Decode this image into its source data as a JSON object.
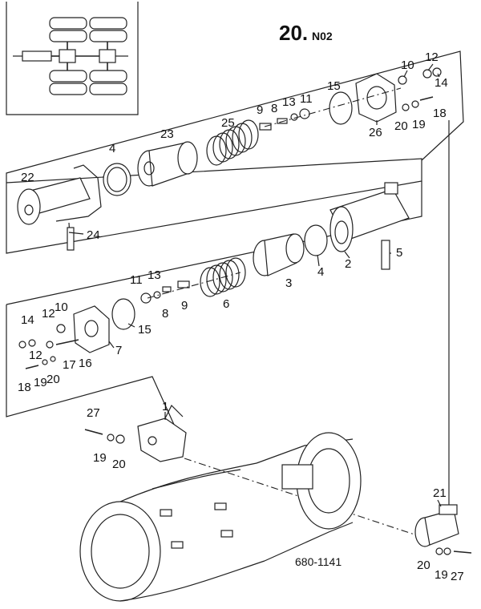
{
  "header": {
    "title_main": "20.",
    "title_sub": "N02"
  },
  "reference_number": "680-1141",
  "callouts": {
    "c10a": "10",
    "c12a": "12",
    "c14a": "14",
    "c15a": "15",
    "c26": "26",
    "c20a": "20",
    "c19a": "19",
    "c18a": "18",
    "c9a": "9",
    "c8a": "8",
    "c13a": "13",
    "c11a": "11",
    "c25": "25",
    "c23": "23",
    "c4a": "4",
    "c22": "22",
    "c24": "24",
    "c2": "2",
    "c5": "5",
    "c4b": "4",
    "c3": "3",
    "c6": "6",
    "c9b": "9",
    "c8b": "8",
    "c13b": "13",
    "c11b": "11",
    "c15b": "15",
    "c7": "7",
    "c10b": "10",
    "c12b": "12",
    "c14b": "14",
    "c12c": "12",
    "c16": "16",
    "c17": "17",
    "c18b": "18",
    "c19b": "19",
    "c20b": "20",
    "c1": "1",
    "c27a": "27",
    "c19c": "19",
    "c20c": "20",
    "c21": "21",
    "c20d": "20",
    "c19d": "19",
    "c27b": "27"
  }
}
